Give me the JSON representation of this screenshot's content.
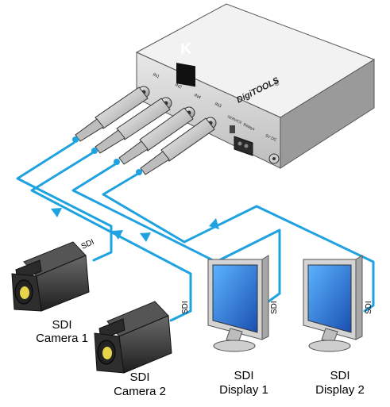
{
  "device": {
    "brand_text": "DigiTOOLS",
    "registered_mark": "®",
    "logo_letter": "K",
    "port_labels": [
      "IN1",
      "IN2",
      "IN4",
      "IN3",
      "SERVICE",
      "Relays",
      "5V DC"
    ]
  },
  "cable_label": "SDI",
  "sources": [
    {
      "line1": "SDI",
      "line2": "Camera 1"
    },
    {
      "line1": "SDI",
      "line2": "Camera 2"
    }
  ],
  "displays": [
    {
      "line1": "SDI",
      "line2": "Display 1"
    },
    {
      "line1": "SDI",
      "line2": "Display 2"
    }
  ],
  "colors": {
    "cable": "#1fa2e0",
    "device_body": "#d9d9d9",
    "device_top": "#efefef",
    "monitor_bezel": "#c8c8c8",
    "screen": "#1a6fd0",
    "camera_body": "#3c3c3c",
    "text": "#000000"
  }
}
